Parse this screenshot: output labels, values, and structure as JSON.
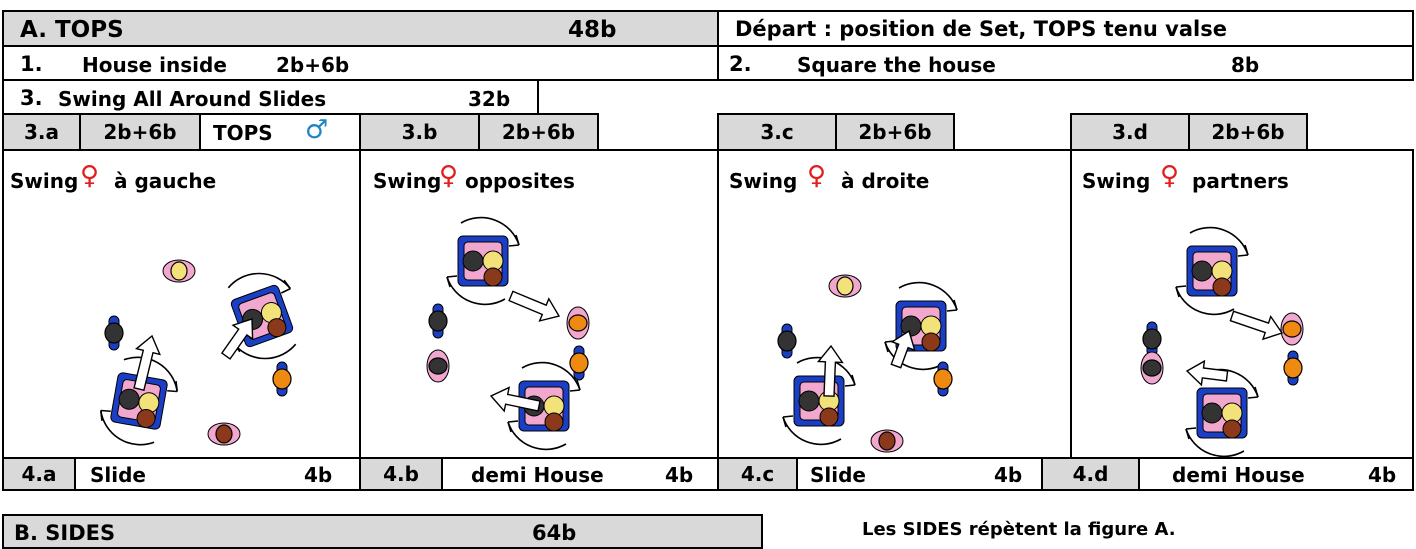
{
  "section_a": {
    "title": "A.  TOPS",
    "beats": "48b",
    "start_note": "Départ : position de Set, TOPS tenu valse"
  },
  "figures": {
    "f1": {
      "num": "1.",
      "name": "House inside",
      "beats": "2b+6b"
    },
    "f2": {
      "num": "2.",
      "name": "Square the house",
      "beats": "8b"
    },
    "f3": {
      "num": "3.",
      "name": "Swing All Around Slides",
      "beats": "32b"
    }
  },
  "subfigures": [
    {
      "id": "3.a",
      "beats": "2b+6b",
      "who": "TOPS",
      "swing": "Swing",
      "target": "à gauche"
    },
    {
      "id": "3.b",
      "beats": "2b+6b",
      "swing": "Swing",
      "target": "opposites"
    },
    {
      "id": "3.c",
      "beats": "2b+6b",
      "swing": "Swing",
      "target": "à droite"
    },
    {
      "id": "3.d",
      "beats": "2b+6b",
      "swing": "Swing",
      "target": "partners"
    }
  ],
  "moves": [
    {
      "id": "4.a",
      "name": "Slide",
      "beats": "4b"
    },
    {
      "id": "4.b",
      "name": "demi House",
      "beats": "4b"
    },
    {
      "id": "4.c",
      "name": "Slide",
      "beats": "4b"
    },
    {
      "id": "4.d",
      "name": "demi House",
      "beats": "4b"
    }
  ],
  "section_b": {
    "title": "B.  SIDES",
    "beats": "64b",
    "note": "Les SIDES  répètent la figure A."
  },
  "icons": {
    "venus": "♀",
    "mars": "♂"
  },
  "colors": {
    "grey_header": "#d9d9d9",
    "woman_symbol": "#e0201e",
    "man_symbol": "#1d84c6",
    "man_body": "#1b3fc4",
    "woman_body": "#f2a7cf",
    "head_yellow": "#f3e27a",
    "head_orange": "#ee8a12",
    "head_brown": "#8a3a1a"
  }
}
